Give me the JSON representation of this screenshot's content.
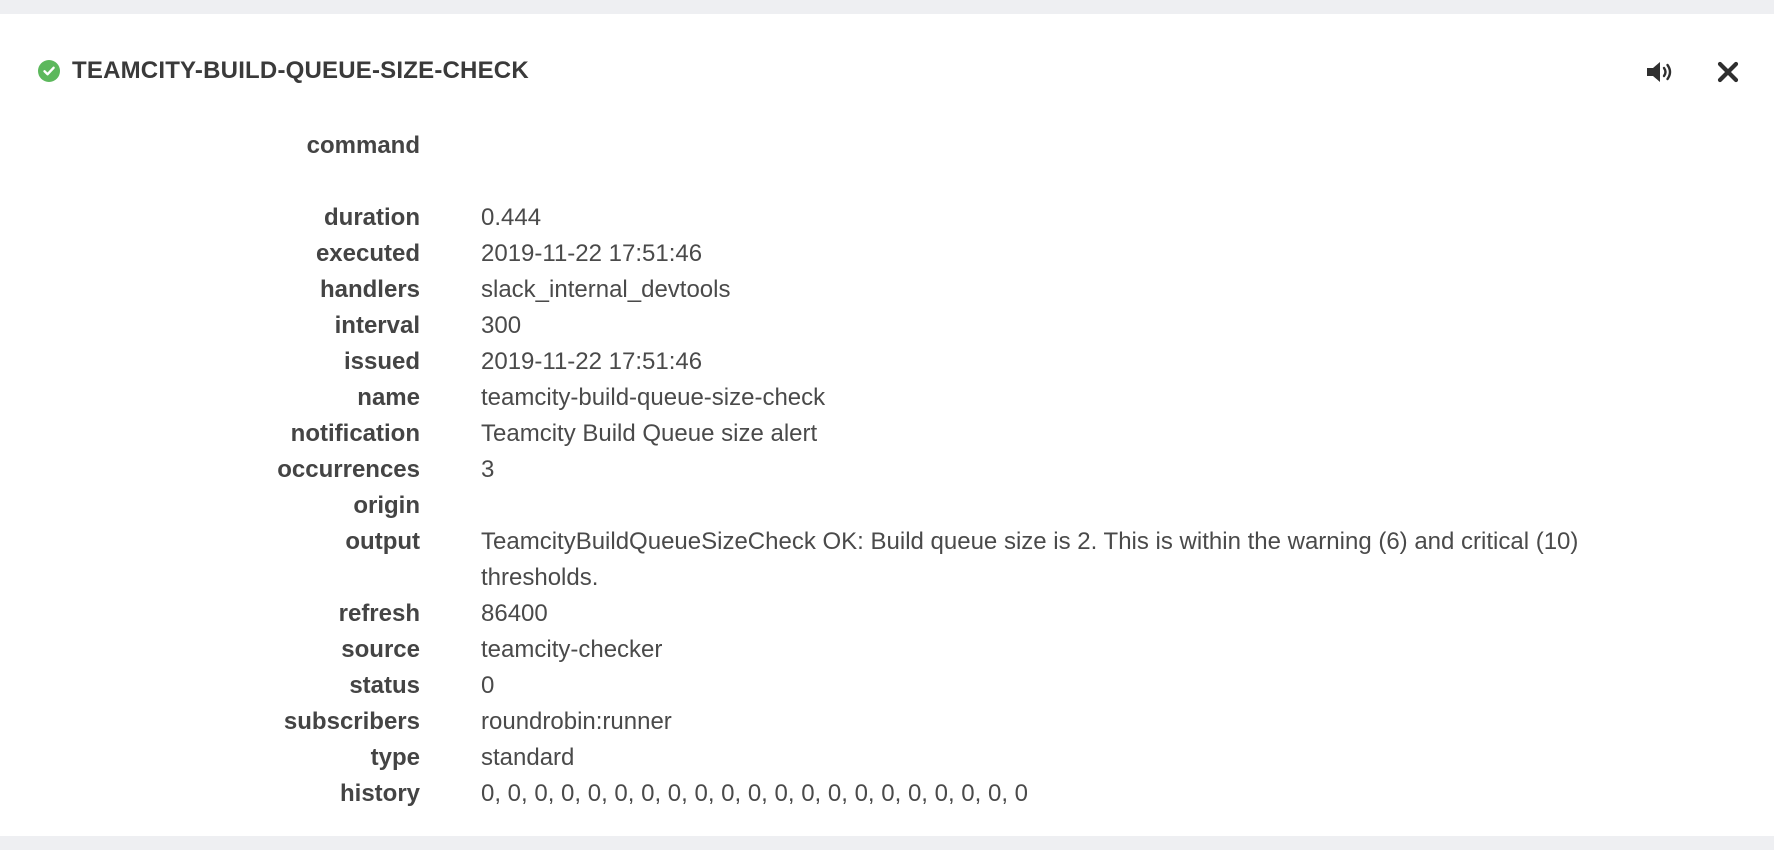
{
  "check": {
    "title": "TEAMCITY-BUILD-QUEUE-SIZE-CHECK",
    "status_color": "#5cb85c",
    "status_icon": "check-circle-icon"
  },
  "actions": {
    "silence_icon": "volume-icon",
    "close_icon": "close-icon"
  },
  "fields": [
    {
      "label": "command",
      "value": ""
    },
    {
      "label": "duration",
      "value": "0.444"
    },
    {
      "label": "executed",
      "value": "2019-11-22 17:51:46"
    },
    {
      "label": "handlers",
      "value": "slack_internal_devtools"
    },
    {
      "label": "interval",
      "value": "300"
    },
    {
      "label": "issued",
      "value": "2019-11-22 17:51:46"
    },
    {
      "label": "name",
      "value": "teamcity-build-queue-size-check"
    },
    {
      "label": "notification",
      "value": "Teamcity Build Queue size alert"
    },
    {
      "label": "occurrences",
      "value": "3"
    },
    {
      "label": "origin",
      "value": ""
    },
    {
      "label": "output",
      "value": "TeamcityBuildQueueSizeCheck OK: Build queue size is 2. This is within the warning (6) and critical (10) thresholds."
    },
    {
      "label": "refresh",
      "value": "86400"
    },
    {
      "label": "source",
      "value": "teamcity-checker"
    },
    {
      "label": "status",
      "value": "0"
    },
    {
      "label": "subscribers",
      "value": "roundrobin:runner"
    },
    {
      "label": "type",
      "value": "standard"
    },
    {
      "label": "history",
      "value": "0, 0, 0, 0, 0, 0, 0, 0, 0, 0, 0, 0, 0, 0, 0, 0, 0, 0, 0, 0, 0"
    }
  ]
}
